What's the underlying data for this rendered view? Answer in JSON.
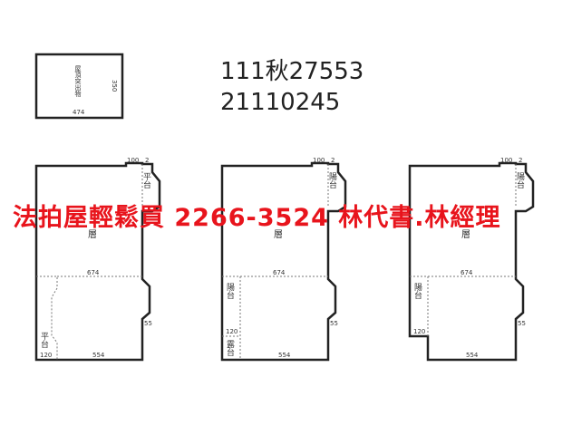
{
  "reference": {
    "line1": "111秋27553",
    "line2": "21110245"
  },
  "banner": {
    "text": "法拍屋輕鬆買  2266-3524  林代書.林經理",
    "color": "#e8141c"
  },
  "roof_plan": {
    "label": "屋頂突出物",
    "width": "474",
    "depth": "350"
  },
  "floor_plans": [
    {
      "room": "層",
      "top_dim": "100",
      "top_small": "2",
      "mid_dim": "674",
      "bottom_dim": "554",
      "right_dim": "55",
      "corner_dim": "120",
      "upper_balcony": "平台",
      "lower_balcony": "平台",
      "lower_label2": ""
    },
    {
      "room": "層",
      "top_dim": "100",
      "top_small": "2",
      "mid_dim": "674",
      "bottom_dim": "554",
      "right_dim": "55",
      "corner_dim": "120",
      "upper_balcony": "陽台",
      "lower_balcony": "陽台",
      "lower_label2": "露台"
    },
    {
      "room": "層",
      "top_dim": "100",
      "top_small": "2",
      "mid_dim": "674",
      "bottom_dim": "554",
      "right_dim": "55",
      "corner_dim": "120",
      "upper_balcony": "陽台",
      "lower_balcony": "陽台",
      "lower_label2": ""
    }
  ]
}
